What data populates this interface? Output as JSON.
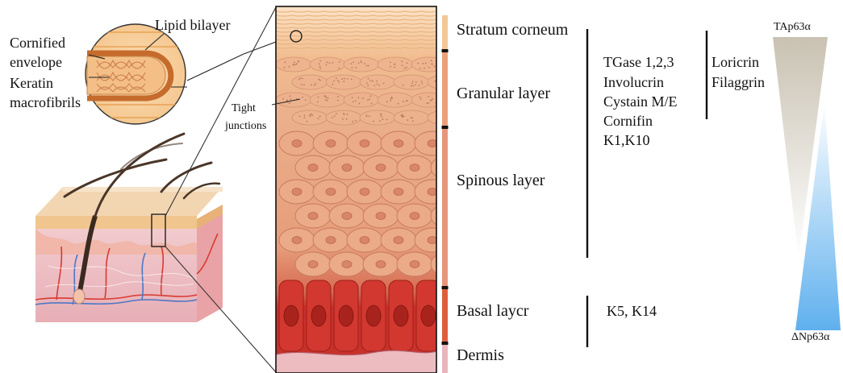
{
  "inset_labels": {
    "lipid_bilayer": "Lipid bilayer",
    "cornified_envelope_1": "Cornified",
    "cornified_envelope_2": "envelope",
    "keratin_1": "Keratin",
    "keratin_2": "macrofibrils",
    "tight_junctions_1": "Tight",
    "tight_junctions_2": "junctions"
  },
  "layers": [
    {
      "name": "Stratum corneum"
    },
    {
      "name": "Granular layer"
    },
    {
      "name": "Spinous layer"
    },
    {
      "name": "Basal laycr"
    },
    {
      "name": "Dermis"
    }
  ],
  "markers": {
    "suprabasal": [
      "TGase 1,2,3",
      "Involucrin",
      "Cystain M/E",
      "Cornifin",
      "K1,K10"
    ],
    "granular": [
      "Loricrin",
      "Filaggrin"
    ],
    "basal": "K5, K14"
  },
  "gradient": {
    "top_label": "TAp63α",
    "bottom_label": "ΔNp63α",
    "top_color": "#c9c2b2",
    "bottom_color": "#5fb0ee"
  },
  "colors": {
    "corneum": "#f2c79a",
    "granular": "#e8a27e",
    "spinous": "#e49a78",
    "basal": "#c8302a",
    "dermis": "#e9b6bd"
  }
}
